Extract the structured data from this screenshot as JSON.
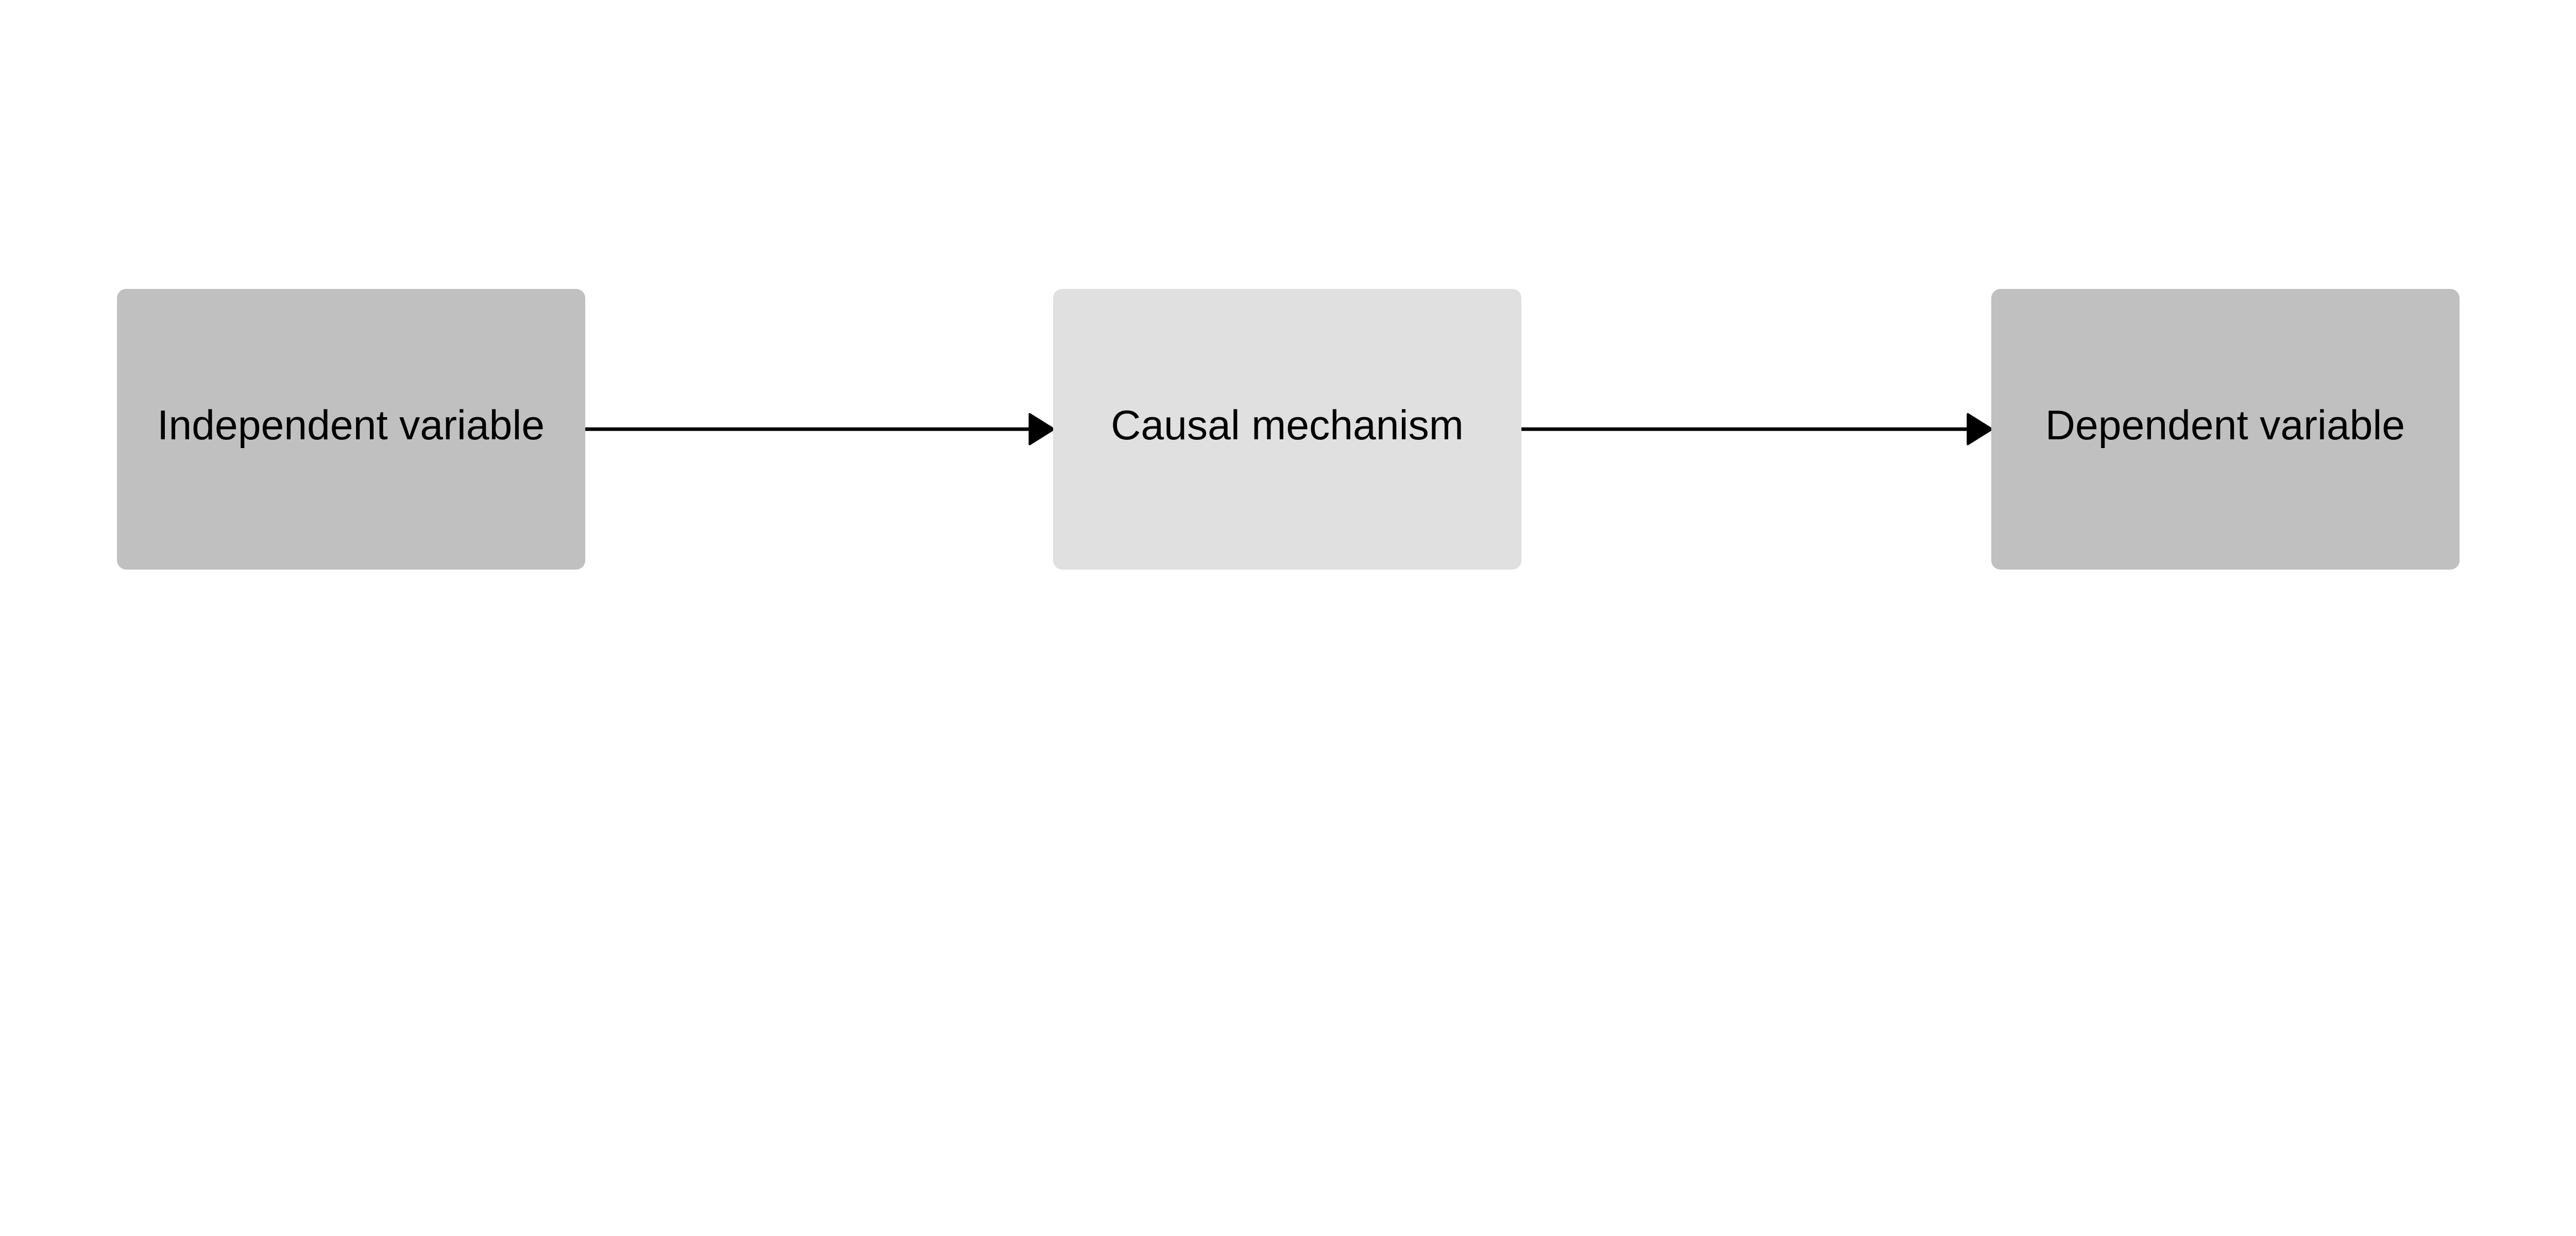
{
  "diagram": {
    "nodes": [
      {
        "label": "Independent variable",
        "fill": "#c0c0c0"
      },
      {
        "label": "Causal mechanism",
        "fill": "#e0e0e0"
      },
      {
        "label": "Dependent variable",
        "fill": "#c0c0c0"
      }
    ],
    "edges": [
      {
        "from": "Independent variable",
        "to": "Causal mechanism"
      },
      {
        "from": "Causal mechanism",
        "to": "Dependent variable"
      }
    ],
    "edge_color": "#000000"
  }
}
